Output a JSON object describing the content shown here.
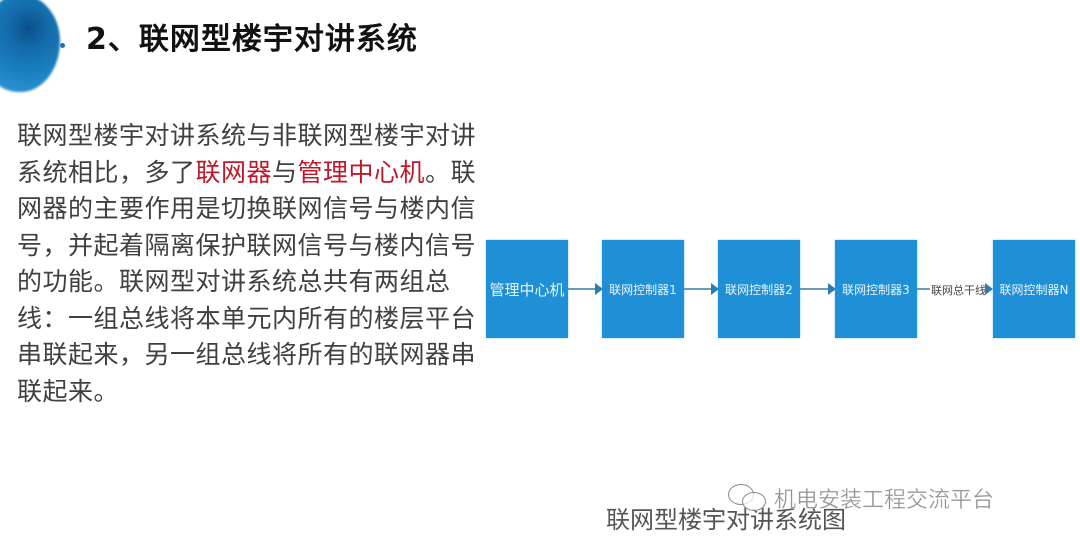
{
  "slide": {
    "title": "2、联网型楼宇对讲系统",
    "body": {
      "seg1": "联网型楼宇对讲系统与非联网型楼宇对讲系统相比，多了",
      "hl1": "联网器",
      "seg2": "与",
      "hl2": "管理中心机",
      "seg3": "。联网器的主要作用是切换联网信号与楼内信号，并起着隔离保护联网信号与楼内信号的功能。联网型对讲系统总共有两组总线：一组总线将本单元内所有的楼层平台串联起来，另一组总线将所有的联网器串联起来。"
    },
    "highlight_color": "#c0182a"
  },
  "diagram": {
    "nodes": [
      {
        "label": "管理中心机"
      },
      {
        "label": "联网控制器1"
      },
      {
        "label": "联网控制器2"
      },
      {
        "label": "联网控制器3"
      },
      {
        "label": "联网控制器N"
      }
    ],
    "bus_label": "联网总干线",
    "box_color": "#1f8fd6",
    "caption": "联网型楼宇对讲系统图"
  },
  "watermark": {
    "icon": "wechat-icon",
    "text": "机电安装工程交流平台"
  }
}
